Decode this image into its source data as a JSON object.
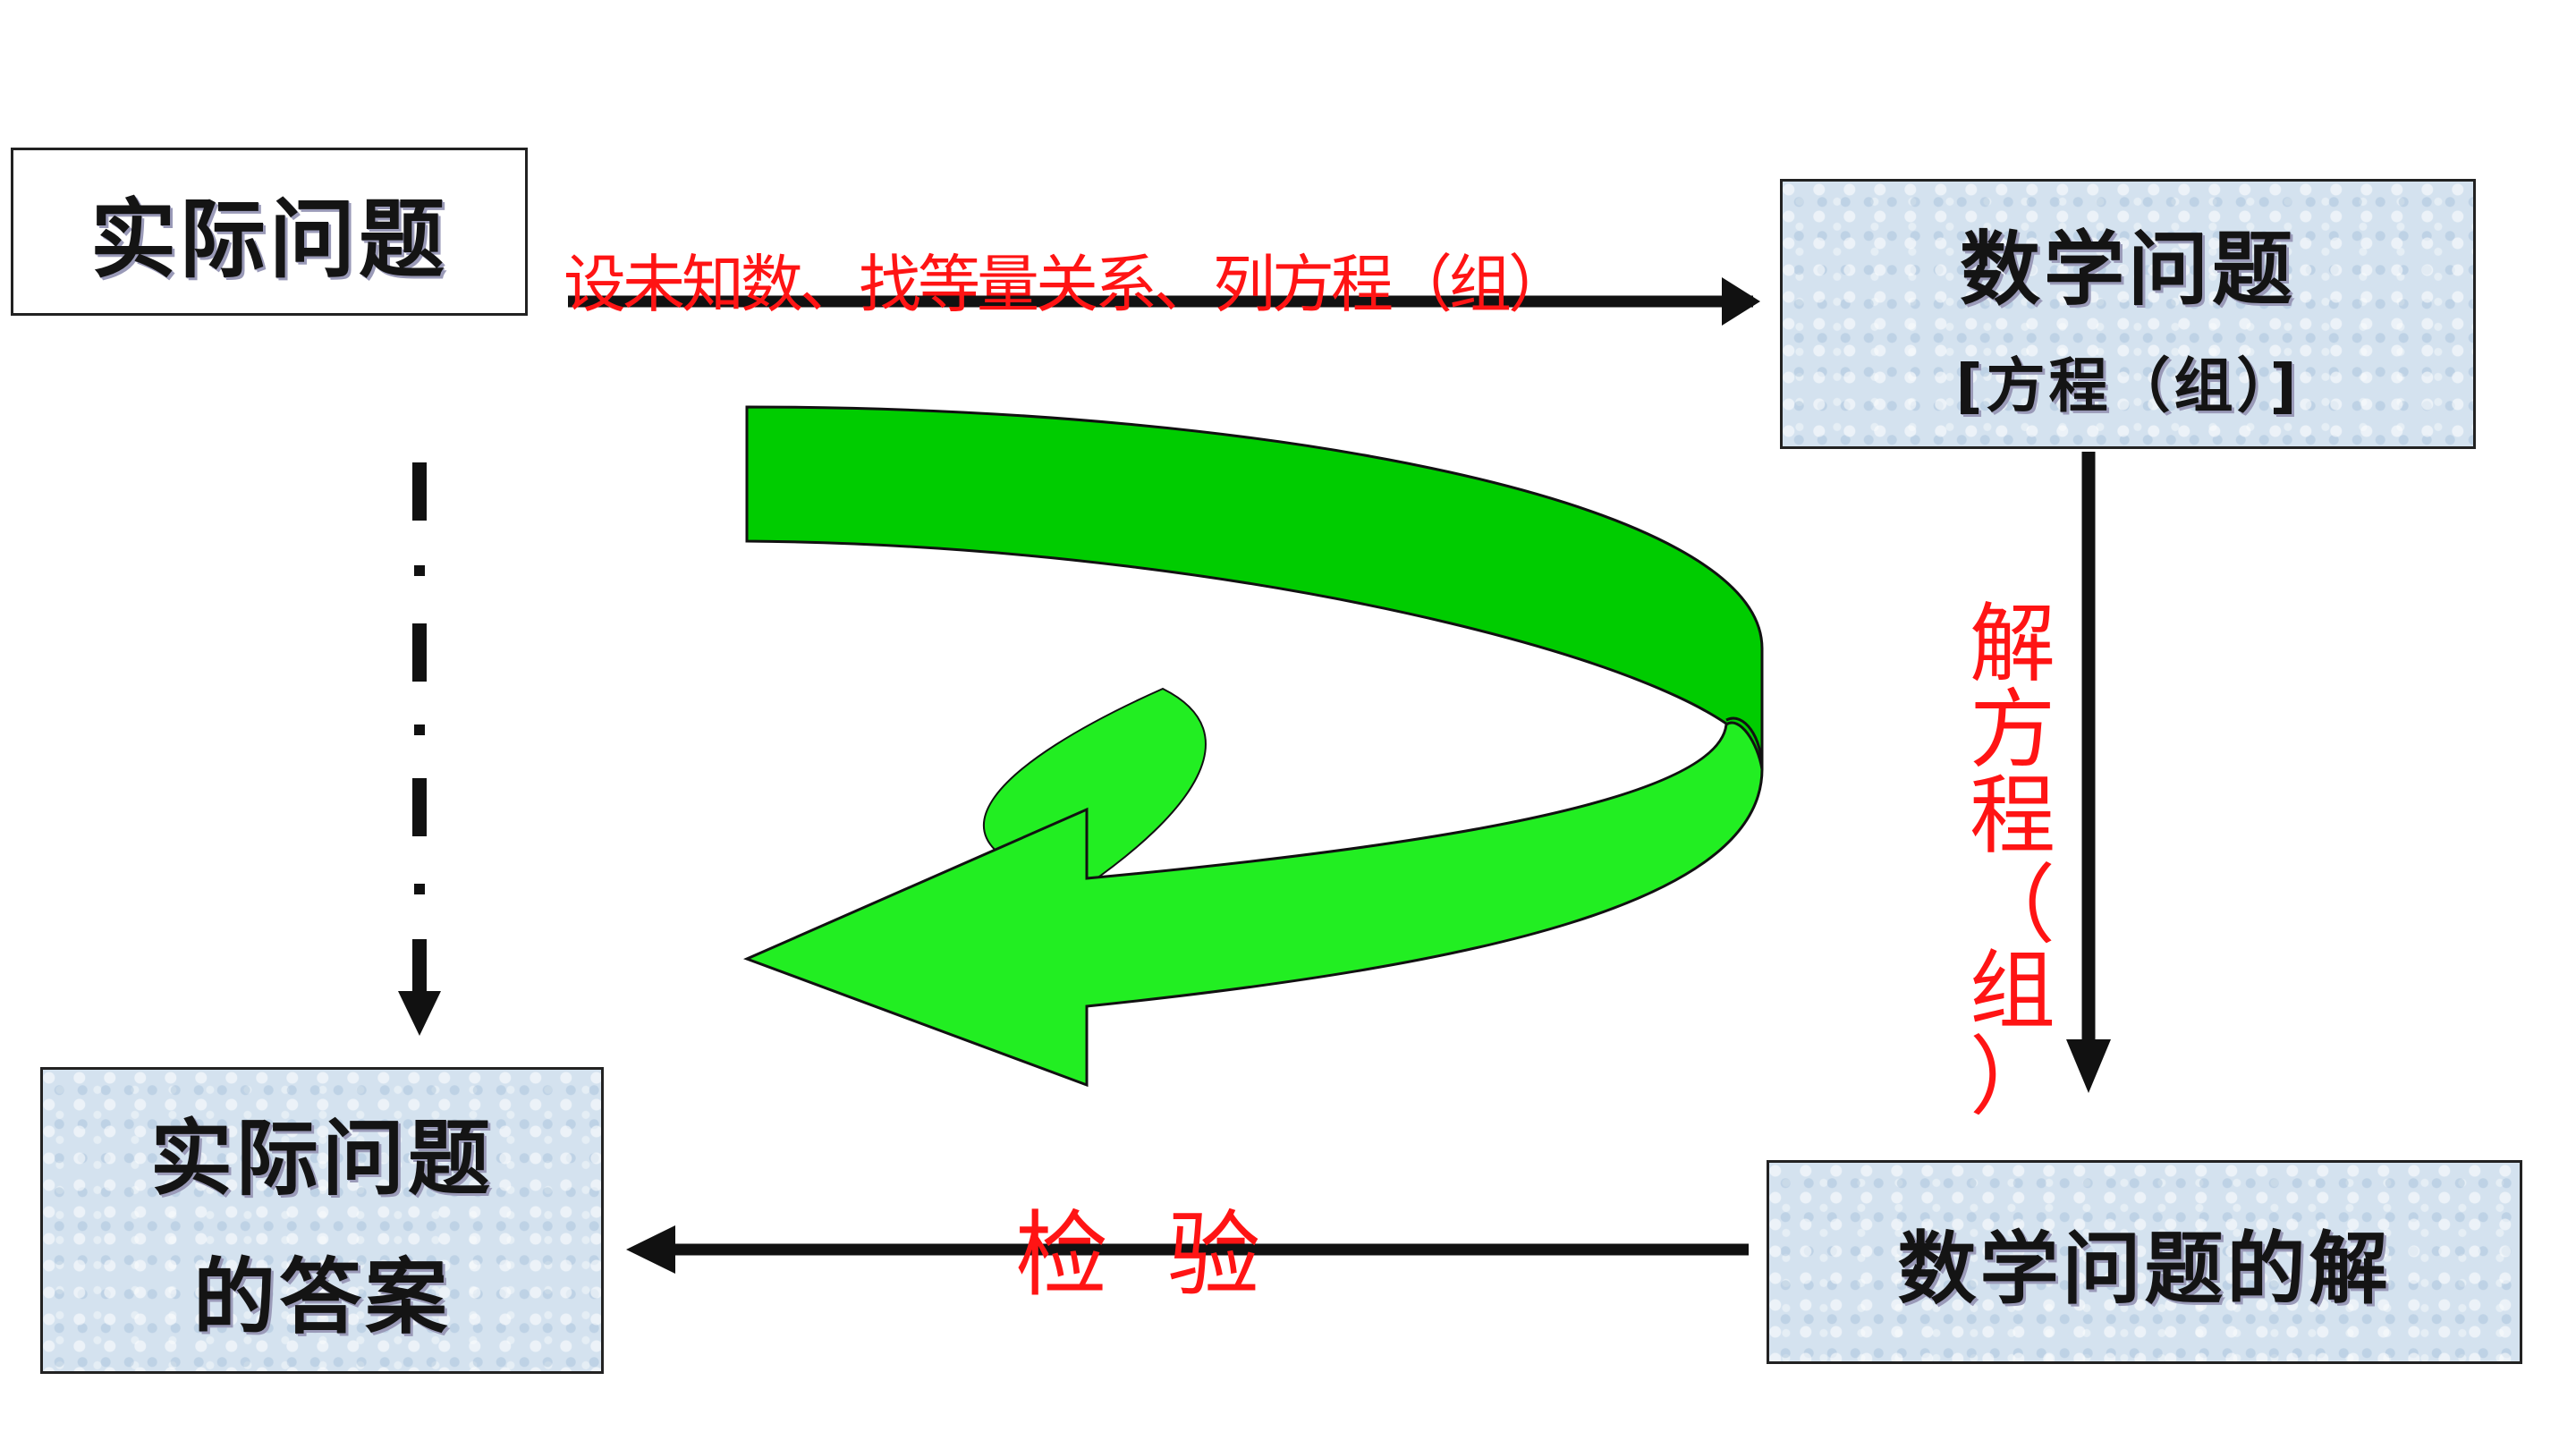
{
  "boxes": {
    "real_problem": "实际问题",
    "math_problem": "数学问题",
    "math_problem_sub": "[方程（组）]",
    "math_solution": "数学问题的解",
    "answer_line1": "实际问题",
    "answer_line2": "的答案"
  },
  "labels": {
    "setup": "设未知数、找等量关系、列方程（组）",
    "solve": [
      "解",
      "方",
      "程",
      "（",
      "组",
      "）"
    ],
    "check": "检  验"
  },
  "colors": {
    "label_red": "#ff1414",
    "arrow_green": "#00cc00",
    "arrow_green_light": "#22ee22",
    "box_fill": "#d4e2ef",
    "line": "#111111"
  }
}
